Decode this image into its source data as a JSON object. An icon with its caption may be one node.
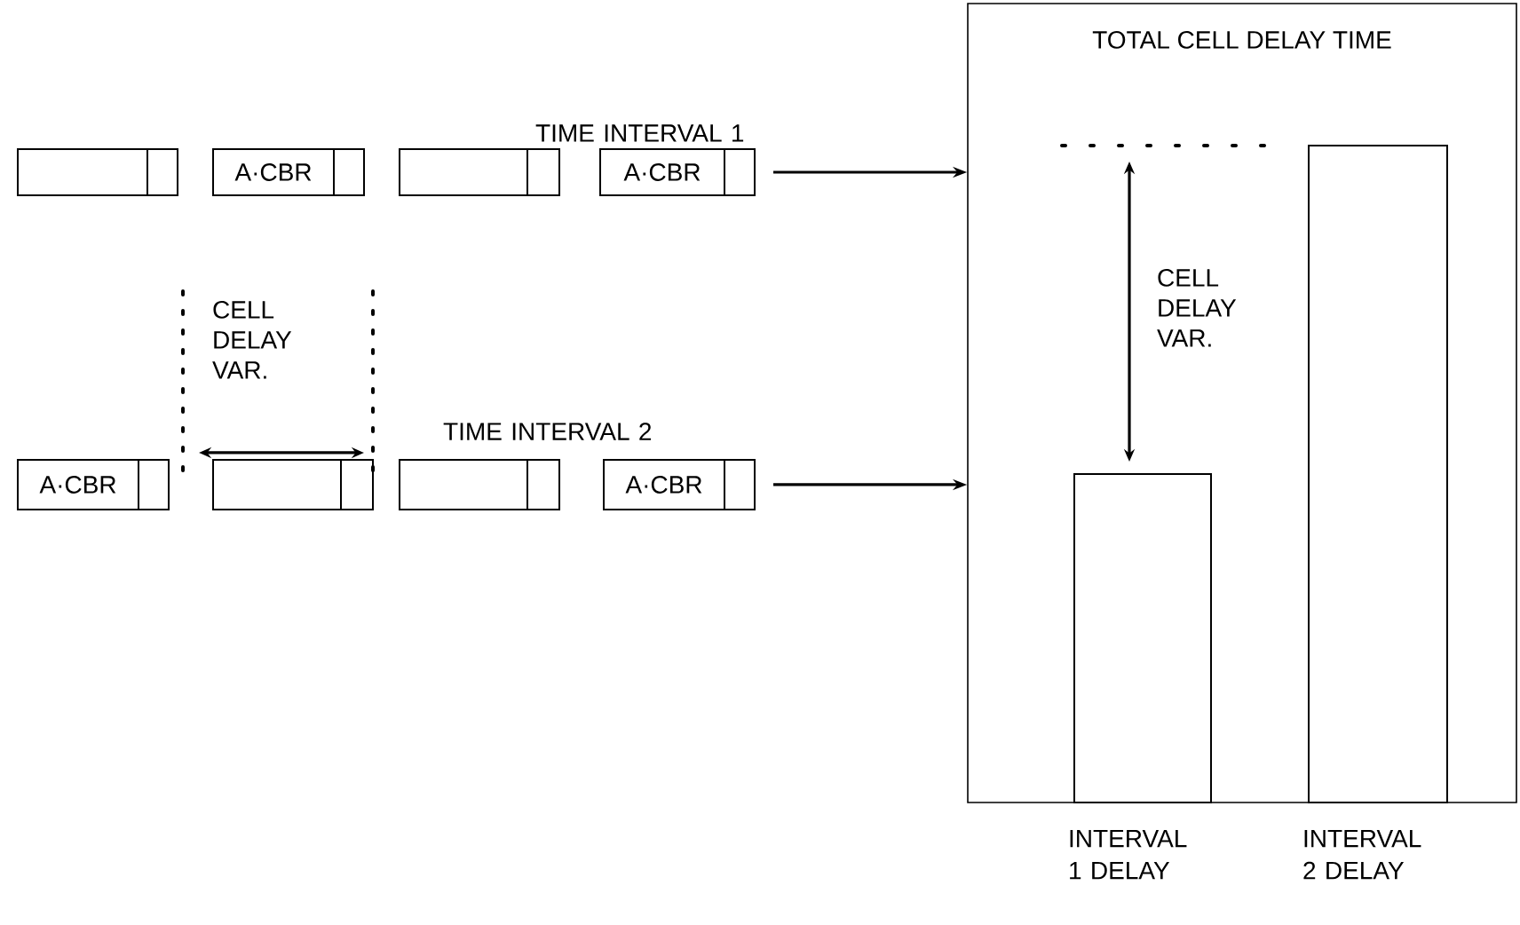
{
  "diagram": {
    "nodes": [
      {
        "text": [],
        "shape": "box"
      },
      {
        "text": [
          "A·CBR"
        ]
      },
      {
        "text": [],
        "shape": "box"
      },
      {
        "text": [
          "A·CBR"
        ]
      },
      {
        "text": [
          "A·CBR"
        ]
      },
      {
        "text": [],
        "shape": "box"
      },
      {
        "text": [],
        "shape": "box"
      },
      {
        "text": [
          "A·CBR"
        ]
      },
      {
        "text": [
          "TOTAL CELL DELAY TIME"
        ]
      },
      {
        "text": [],
        "shape": "bar",
        "in": 8,
        "beside": [
          "INTERVAL 1 DELAY"
        ]
      },
      {
        "text": [],
        "shape": "bar",
        "in": 8,
        "beside": [
          "INTERVAL 2 DELAY"
        ]
      }
    ],
    "edges": [
      {
        "from": 3,
        "to": 8,
        "arrow": "to"
      },
      {
        "from": 7,
        "to": 8,
        "arrow": "to"
      }
    ],
    "labels": [
      "TIME INTERVAL 1",
      "CELL DELAY VAR.",
      "TIME INTERVAL 2",
      "CELL DELAY VAR."
    ]
  }
}
